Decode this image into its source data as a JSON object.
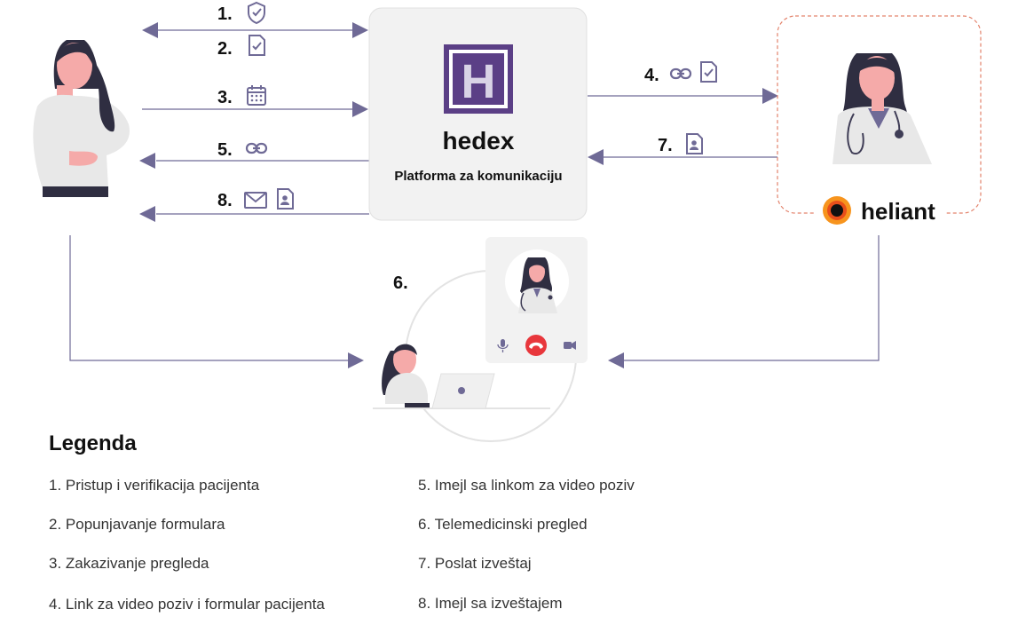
{
  "platform": {
    "logo_letter": "H",
    "brand": "hedex",
    "subtitle": "Platforma za komunikaciju"
  },
  "heliant": {
    "brand": "heliant"
  },
  "steps": {
    "s1": "1.",
    "s2": "2.",
    "s3": "3.",
    "s4": "4.",
    "s5": "5.",
    "s6": "6.",
    "s7": "7.",
    "s8": "8."
  },
  "icons": {
    "s1": [
      "shield-check-icon"
    ],
    "s2": [
      "document-check-icon"
    ],
    "s3": [
      "calendar-icon"
    ],
    "s4": [
      "link-icon",
      "document-check-icon"
    ],
    "s5": [
      "link-icon"
    ],
    "s7": [
      "user-document-icon"
    ],
    "s8": [
      "envelope-icon",
      "user-document-icon"
    ]
  },
  "colors": {
    "arrow": "#6f6a96",
    "logo": "#5b3f86",
    "heliant_orange": "#f7941d",
    "card_bg": "#f2f2f2",
    "end_call": "#e8373c"
  },
  "legend": {
    "title": "Legenda",
    "items": [
      "1. Pristup i verifikacija pacijenta",
      "2. Popunjavanje formulara",
      "3. Zakazivanje pregleda",
      "4. Link za video poziv i formular pacijenta",
      "5. Imejl sa linkom za video poziv",
      "6. Telemedicinski pregled",
      "7. Poslat izveštaj",
      "8. Imejl sa izveštajem"
    ]
  }
}
